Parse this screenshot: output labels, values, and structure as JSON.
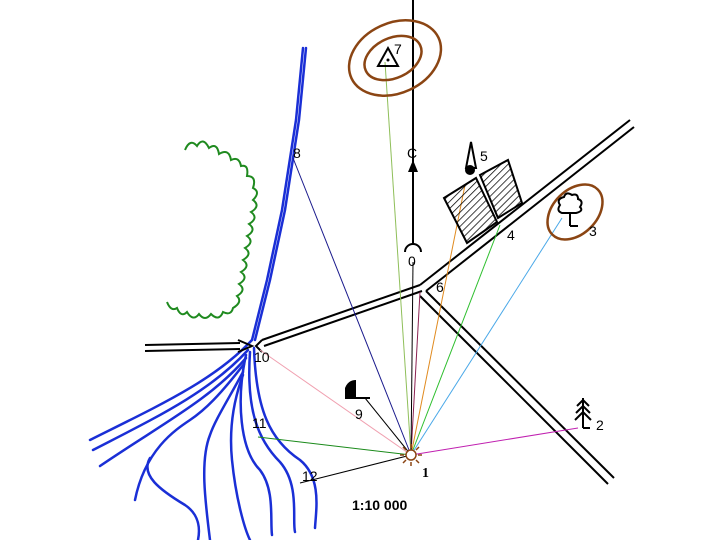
{
  "scale_text": "1:10 000",
  "north_letter": "С",
  "origin_label": "0",
  "points": {
    "p1": "1",
    "p2": "2",
    "p3": "3",
    "p4": "4",
    "p5": "5",
    "p6": "6",
    "p7": "7",
    "p8": "8",
    "p9": "9",
    "p10": "10",
    "p11": "11",
    "p12": "12"
  },
  "colors": {
    "road": "#000000",
    "river": "#1a2fd6",
    "forest_edge": "#1f8a1f",
    "hill": "#8b4513",
    "ray_7": "#8fbf5a",
    "ray_8": "#1a1a8c",
    "ray_5": "#e08a1e",
    "ray_4": "#2fbf2f",
    "ray_3": "#4aa8e8",
    "ray_2": "#c020b0",
    "ray_10": "#f0a0b0",
    "ray_11": "#1a8a1a",
    "ray_12": "#000000"
  },
  "icons": {
    "observation_point": "sun-icon",
    "pine_tree": "pine-tree-icon",
    "deciduous_tree": "deciduous-tree-icon",
    "triangulation": "triangle-icon",
    "tower": "tower-icon",
    "monument": "monument-icon"
  }
}
